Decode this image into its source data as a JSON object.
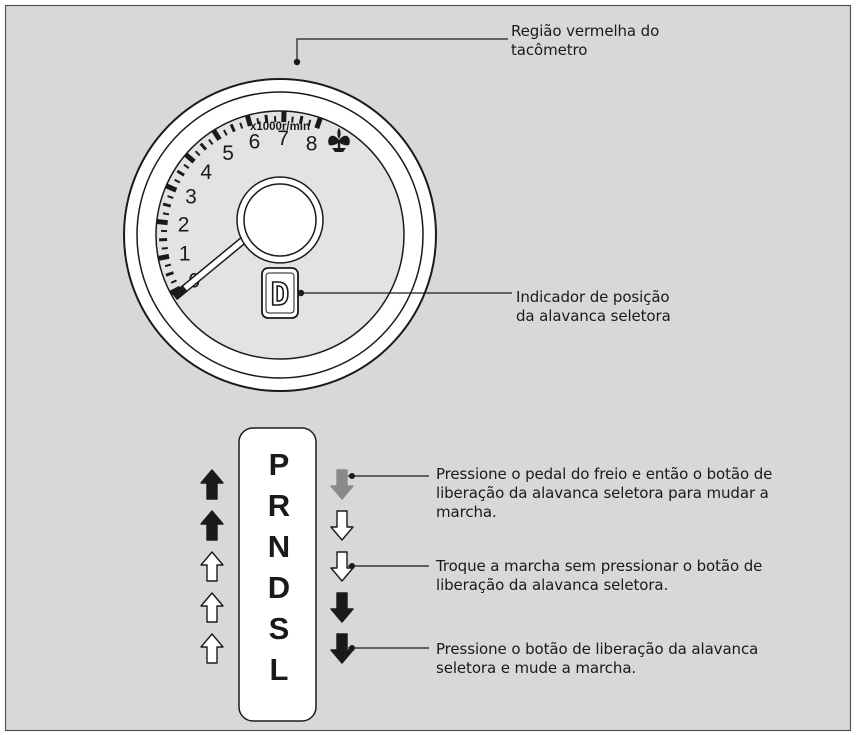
{
  "colors": {
    "panel_background": "#d8d8d8",
    "panel_border": "#555555",
    "line": "#1a1a1a",
    "gauge_face": "#ffffff",
    "gray_arrow": "#8a8a8a"
  },
  "tachometer": {
    "numbers": [
      "0",
      "1",
      "2",
      "3",
      "4",
      "5",
      "6",
      "7",
      "8"
    ],
    "unit": "x1000r/min",
    "indicator_letter": "D",
    "icon": "eco-leaf-icon"
  },
  "callouts": {
    "redzone": {
      "lines": [
        "Região vermelha do",
        "tacômetro"
      ]
    },
    "position_indicator": {
      "lines": [
        "Indicador de posição",
        "da alavanca seletora"
      ]
    },
    "press_brake": {
      "lines": [
        "Pressione o pedal do freio e então o botão de",
        "liberação da alavanca seletora para mudar a",
        "marcha."
      ]
    },
    "no_button": {
      "lines": [
        "Troque a marcha sem pressionar o botão de",
        "liberação da alavanca seletora."
      ]
    },
    "press_button": {
      "lines": [
        "Pressione o botão de liberação da alavanca",
        "seletora e mude a marcha."
      ]
    }
  },
  "shift_gate": {
    "positions": [
      "P",
      "R",
      "N",
      "D",
      "S",
      "L"
    ],
    "left_arrows": [
      "black-up",
      "black-up",
      "outline-up",
      "outline-up",
      "outline-up"
    ],
    "right_arrows": [
      "gray-down",
      "outline-down",
      "outline-down",
      "black-down",
      "black-down"
    ]
  }
}
